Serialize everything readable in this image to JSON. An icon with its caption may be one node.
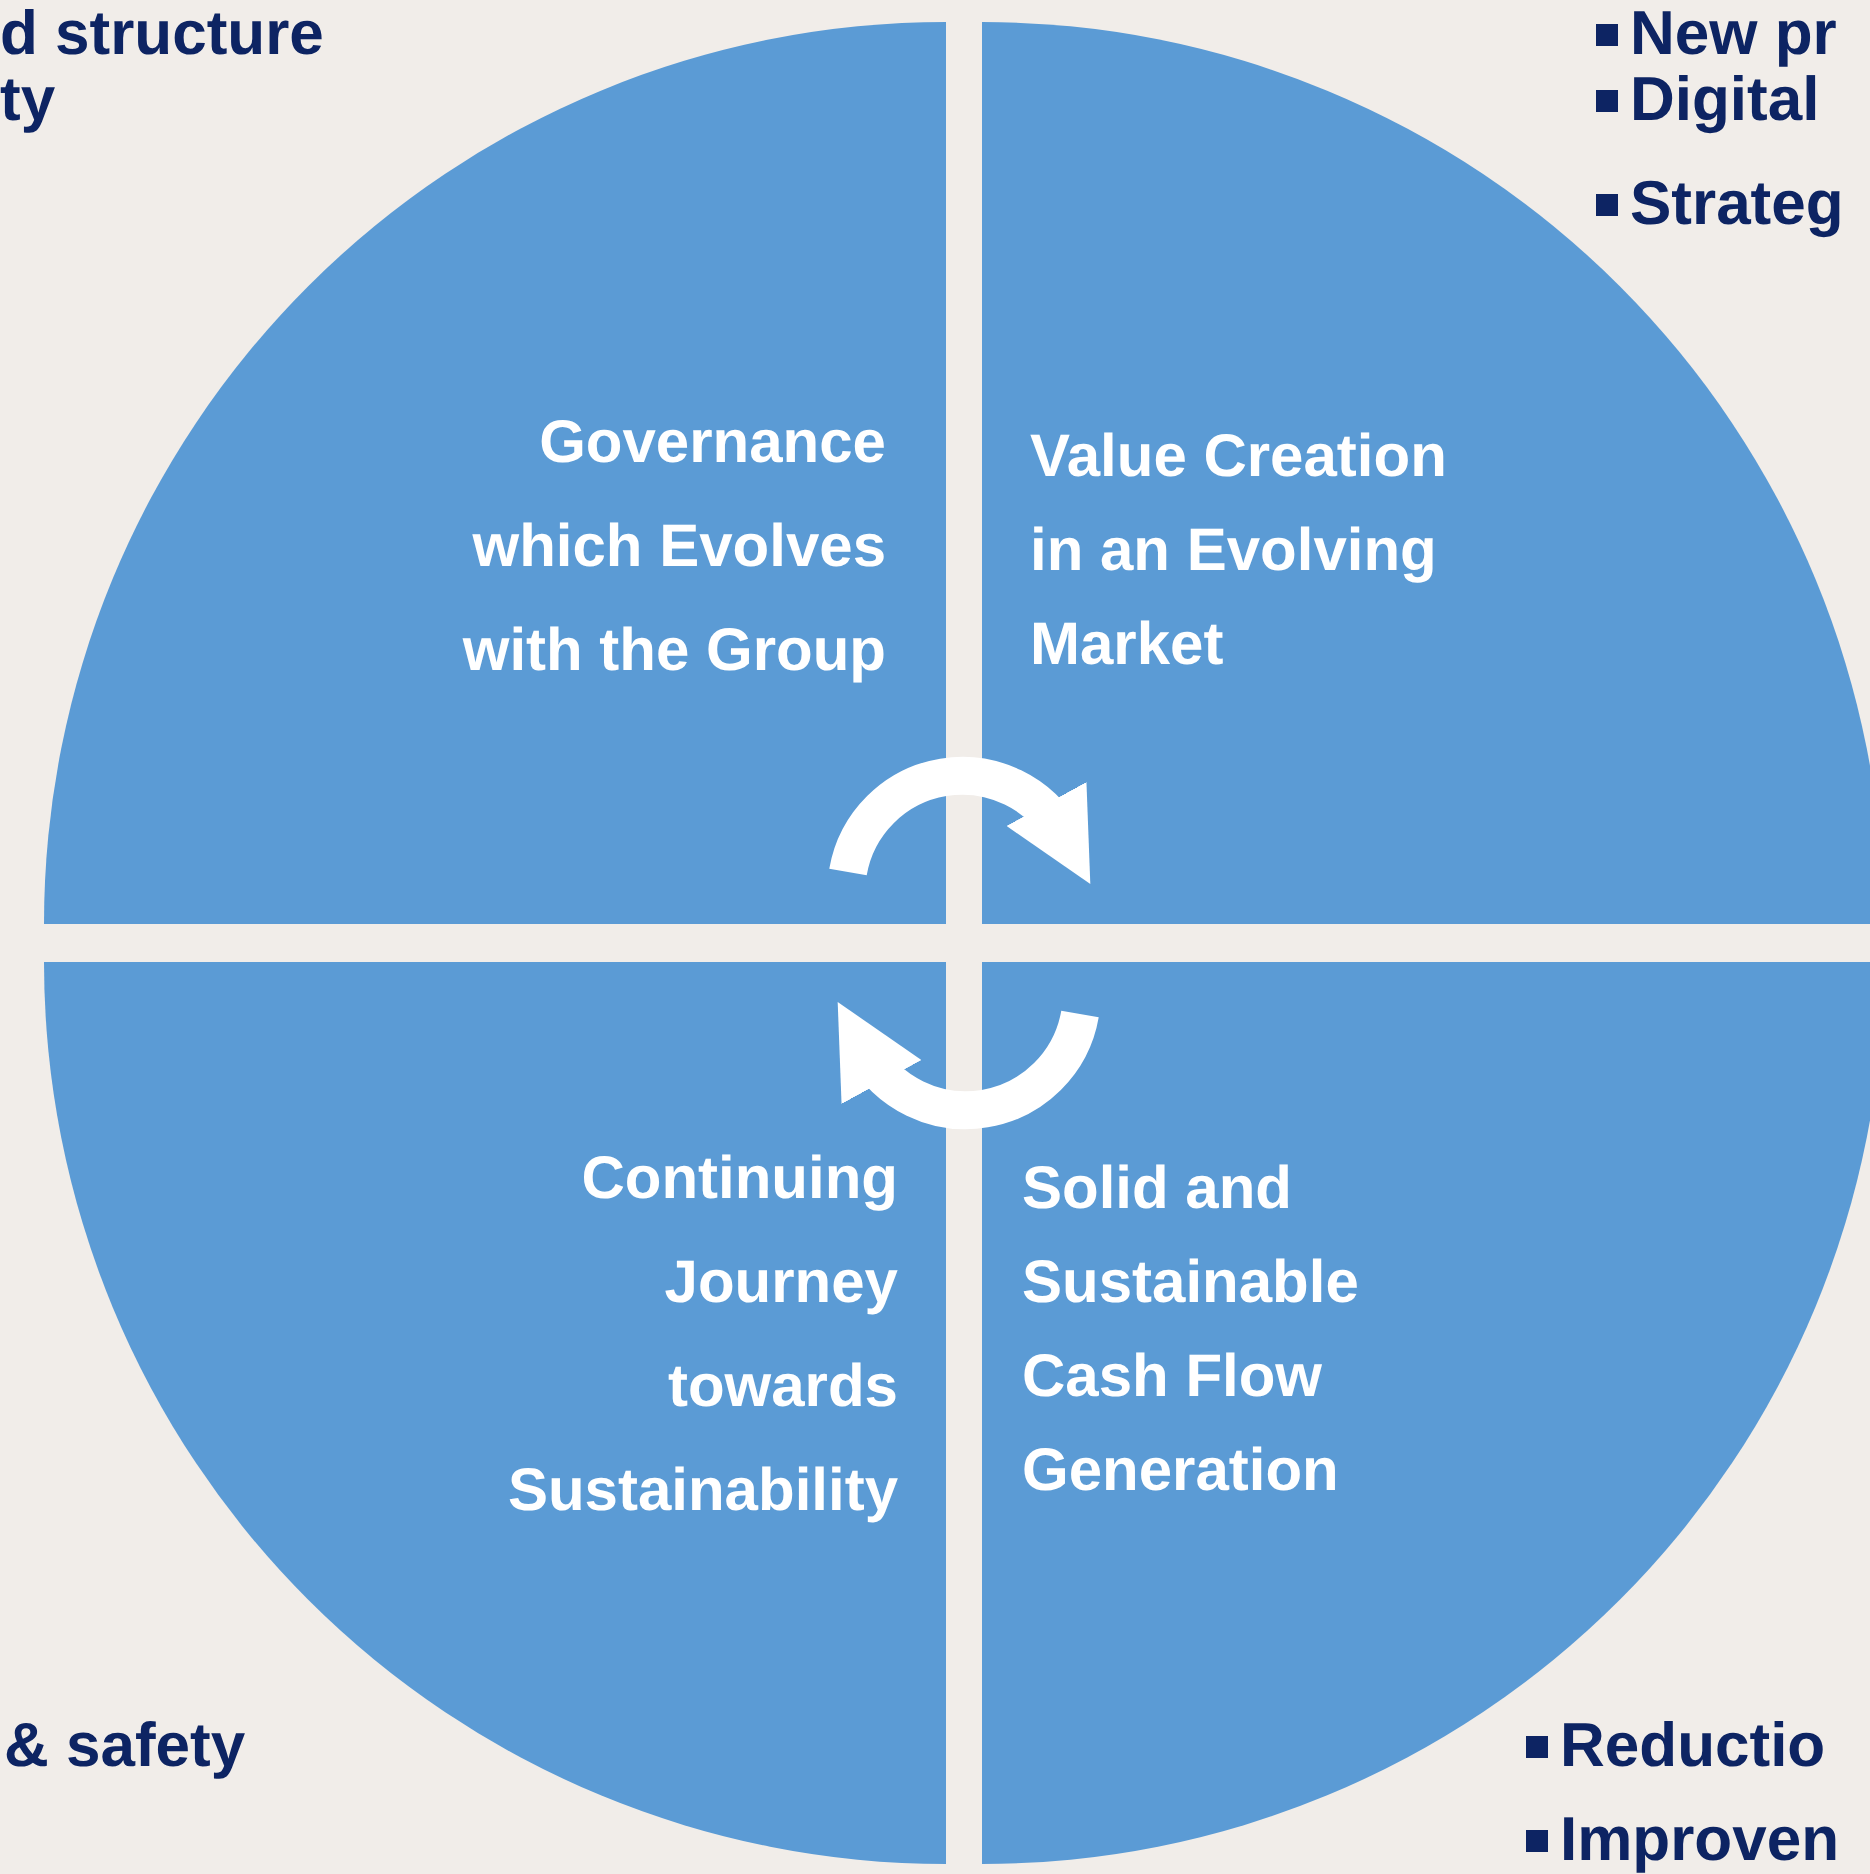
{
  "diagram": {
    "nodes": [
      {
        "text": [
          "Governance which Evolves with the Group"
        ]
      },
      {
        "text": [
          "Value Creation in an Evolving Market"
        ]
      },
      {
        "text": [
          "Continuing Journey towards Sustainability"
        ]
      },
      {
        "text": [
          "Solid and Sustainable Cash Flow Generation"
        ]
      }
    ],
    "edges": [
      {
        "from": 0,
        "to": 1,
        "arrow": "to"
      },
      {
        "from": 3,
        "to": 2,
        "arrow": "to"
      }
    ],
    "labels": [
      "d structure",
      "ty",
      "New pr",
      "Digital",
      "Strateg",
      "& safety",
      "Reductio",
      "Improven"
    ]
  }
}
